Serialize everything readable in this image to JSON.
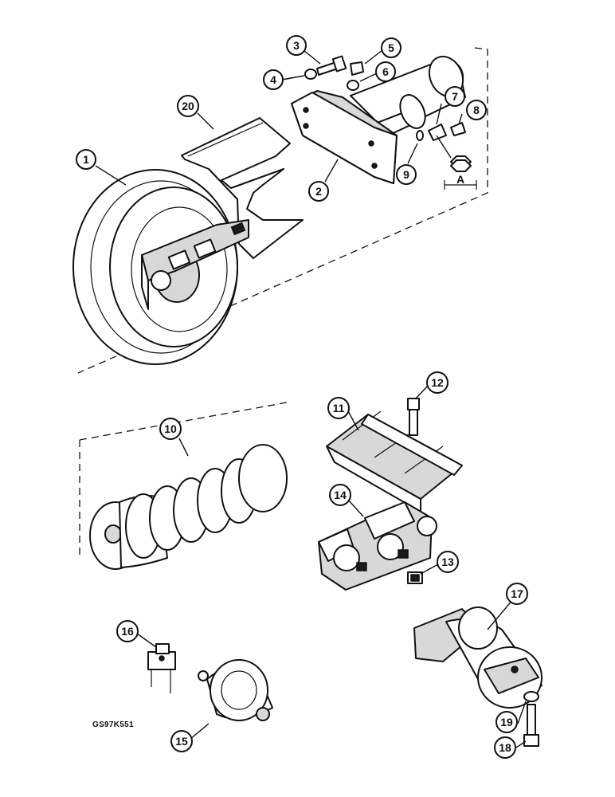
{
  "figure_code": "GS97K551",
  "dimension_label": "A",
  "callouts": [
    {
      "num": "1"
    },
    {
      "num": "2"
    },
    {
      "num": "3"
    },
    {
      "num": "4"
    },
    {
      "num": "5"
    },
    {
      "num": "6"
    },
    {
      "num": "7"
    },
    {
      "num": "8"
    },
    {
      "num": "9"
    },
    {
      "num": "10"
    },
    {
      "num": "11"
    },
    {
      "num": "12"
    },
    {
      "num": "13"
    },
    {
      "num": "14"
    },
    {
      "num": "15"
    },
    {
      "num": "16"
    },
    {
      "num": "17"
    },
    {
      "num": "18"
    },
    {
      "num": "19"
    },
    {
      "num": "20"
    }
  ]
}
